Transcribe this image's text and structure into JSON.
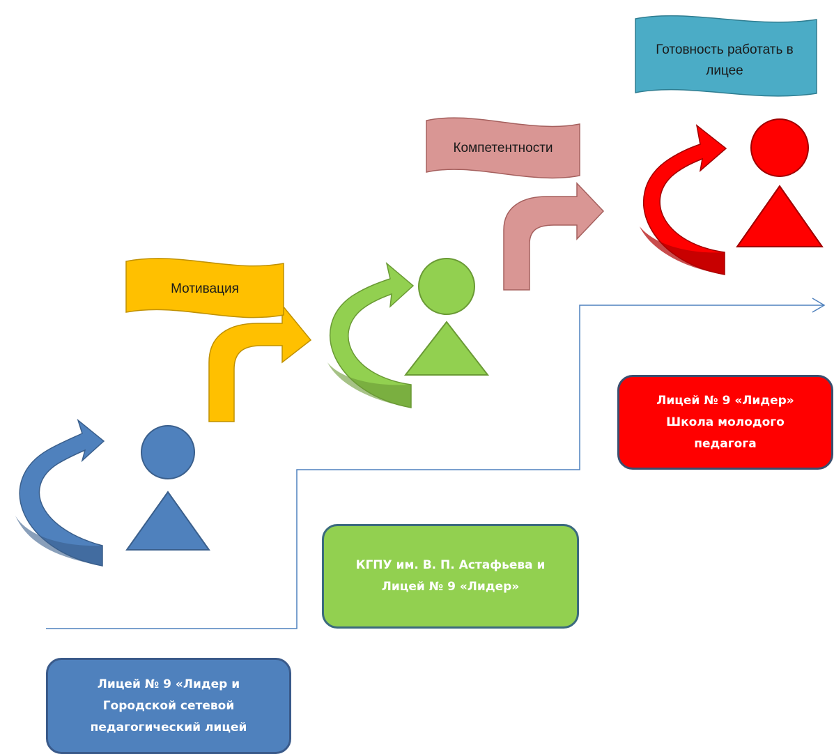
{
  "banners": {
    "motivation": "Мотивация",
    "competence": "Компетентности",
    "readiness_line1": "Готовность работать в",
    "readiness_line2": "лицее"
  },
  "boxes": {
    "top": "Лицей № 9 «Лидер»\nШкола молодого\nпедагога",
    "middle": "КГПУ им. В. П. Астафьева и\nЛицей № 9 «Лидер»",
    "bottom": "Лицей № 9 «Лидер и\nГородской сетевой\nпедагогический лицей"
  },
  "colors": {
    "blue": "#4f81bd",
    "green": "#92d050",
    "red": "#ff0000",
    "yellow": "#ffc000",
    "pink": "#d99694",
    "teal": "#4bacc6",
    "step_line": "#4f81bd"
  }
}
